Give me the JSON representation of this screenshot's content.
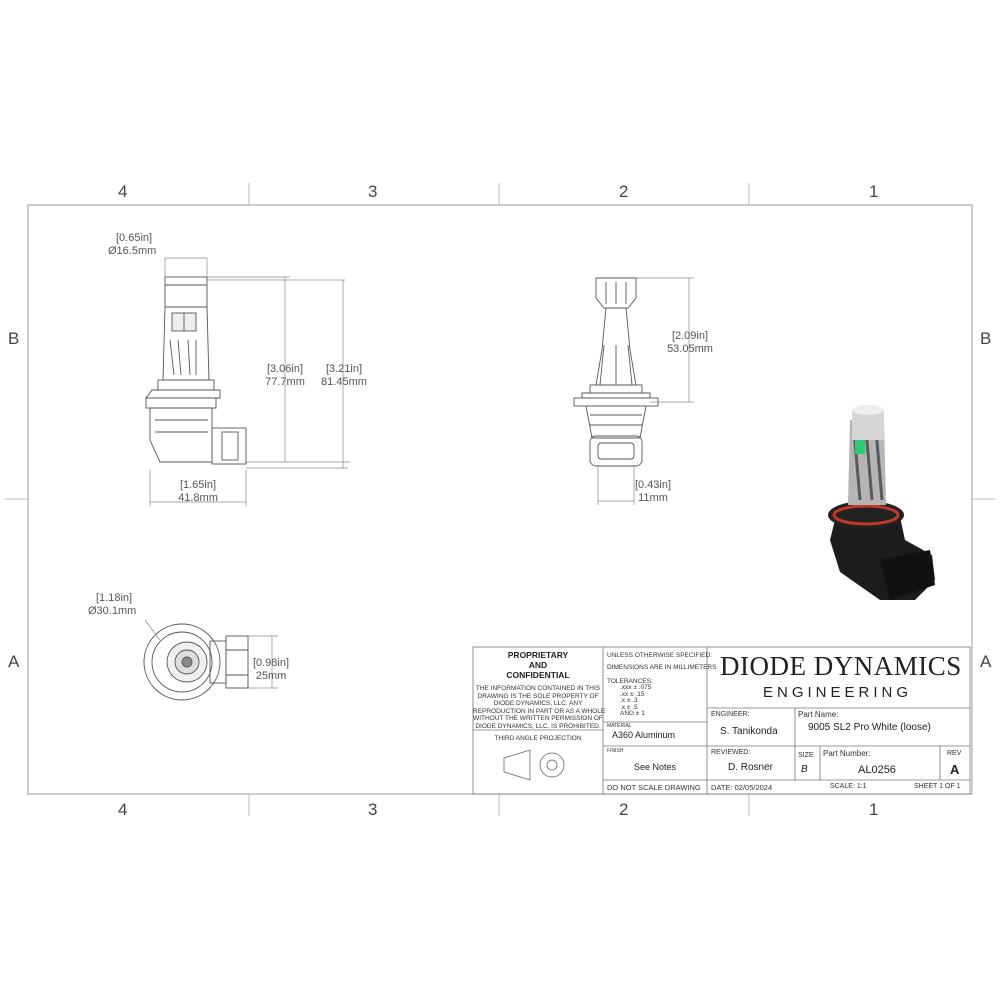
{
  "zones": {
    "top": [
      "4",
      "3",
      "2",
      "1"
    ],
    "bottom": [
      "4",
      "3",
      "2",
      "1"
    ],
    "left": [
      "B",
      "A"
    ],
    "right": [
      "B",
      "A"
    ]
  },
  "dimensions": {
    "front_diameter_in": "[0.65in]",
    "front_diameter_mm": "Ø16.5mm",
    "front_height_in": "[3.06in]",
    "front_height_mm": "77.7mm",
    "front_total_in": "[3.21in]",
    "front_total_mm": "81.45mm",
    "front_width_in": "[1.65in]",
    "front_width_mm": "41.8mm",
    "side_height_in": "[2.09in]",
    "side_height_mm": "53.05mm",
    "side_width_in": "[0.43in]",
    "side_width_mm": "11mm",
    "bottom_diameter_in": "[1.18in]",
    "bottom_diameter_mm": "Ø30.1mm",
    "bottom_width_in": "[0.98in]",
    "bottom_width_mm": "25mm"
  },
  "title_block": {
    "proprietary_line1": "PROPRIETARY",
    "proprietary_line2": "AND",
    "proprietary_line3": "CONFIDENTIAL",
    "notice": [
      "THE INFORMATION CONTAINED IN THIS",
      "DRAWING IS THE SOLE PROPERTY OF",
      "DIODE DYNAMICS, LLC.  ANY",
      "REPRODUCTION IN PART OR AS A WHOLE",
      "WITHOUT THE WRITTEN PERMISSION OF",
      "DIODE DYNAMICS, LLC. IS PROHIBITED."
    ],
    "projection_label": "THIRD ANGLE PROJECTION",
    "spec_line1": "UNLESS OTHERWISE SPECIFIED:",
    "spec_line2": "DIMENSIONS ARE IN MILLIMETERS",
    "tolerances_label": "TOLERANCES:",
    "tolerances": [
      ".xxx ± .075",
      ".xx ± .15",
      ".x ± .3",
      ".x ± .5",
      "ANG ± 1"
    ],
    "material_label": "MATERIAL",
    "material": "A360 Aluminum",
    "finish_label": "FINISH",
    "finish": "See Notes",
    "no_scale": "DO NOT SCALE DRAWING",
    "company_line1": "DIODE DYNAMICS",
    "company_line2": "ENGINEERING",
    "engineer_label": "ENGINEER:",
    "engineer": "S. Tanikonda",
    "part_name_label": "Part Name:",
    "part_name": "9005 SL2 Pro White (loose)",
    "reviewed_label": "REVIEWED:",
    "reviewed": "D. Rosner",
    "size_label": "SIZE",
    "size": "B",
    "part_number_label": "Part Number:",
    "part_number": "AL0256",
    "rev_label": "REV",
    "rev": "A",
    "date": "DATE: 02/05/2024",
    "scale": "SCALE: 1:1",
    "sheet": "SHEET 1 OF 1"
  },
  "colors": {
    "line": "#666666",
    "bulb_dark": "#1a1a1a",
    "bulb_silver": "#c8c8c8",
    "accent_red": "#c0392b"
  }
}
